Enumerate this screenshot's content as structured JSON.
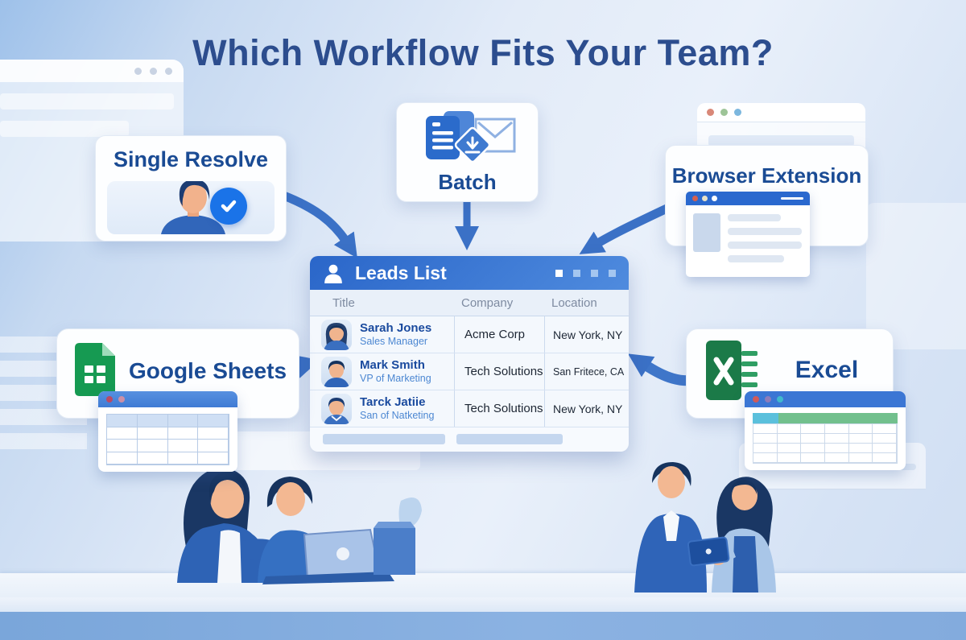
{
  "title": "Which Workflow Fits Your Team?",
  "cards": {
    "single_resolve": {
      "label": "Single Resolve"
    },
    "batch": {
      "label": "Batch"
    },
    "browser_extension": {
      "label": "Browser Extension"
    },
    "google_sheets": {
      "label": "Google Sheets"
    },
    "excel": {
      "label": "Excel"
    }
  },
  "leads_table": {
    "title": "Leads List",
    "columns": [
      "Title",
      "Company",
      "Location"
    ],
    "rows": [
      {
        "name": "Sarah Jones",
        "role": "Sales Manager",
        "company": "Acme Corp",
        "location": "New York, NY"
      },
      {
        "name": "Mark Smith",
        "role": "VP of Marketing",
        "company": "Tech Solutions",
        "location": "San Fritece, CA"
      },
      {
        "name": "Tarck Jatiie",
        "role": "San of Natketing",
        "company": "Tech Solutions",
        "location": "New York, NY"
      }
    ]
  },
  "icons": {
    "leads_header": "user-icon",
    "single_resolve_badge": "check-icon",
    "batch": "documents-and-import-icon",
    "google_sheets": "sheets-icon",
    "excel": "excel-icon"
  },
  "colors": {
    "title_text": "#2c4d8e",
    "card_label": "#1a4b94",
    "arrow": "#3b71c6",
    "leads_header_blue": "#2e6ccf",
    "check_badge": "#1a73e8",
    "sheets_green": "#169a52",
    "excel_green": "#1b7a48"
  }
}
